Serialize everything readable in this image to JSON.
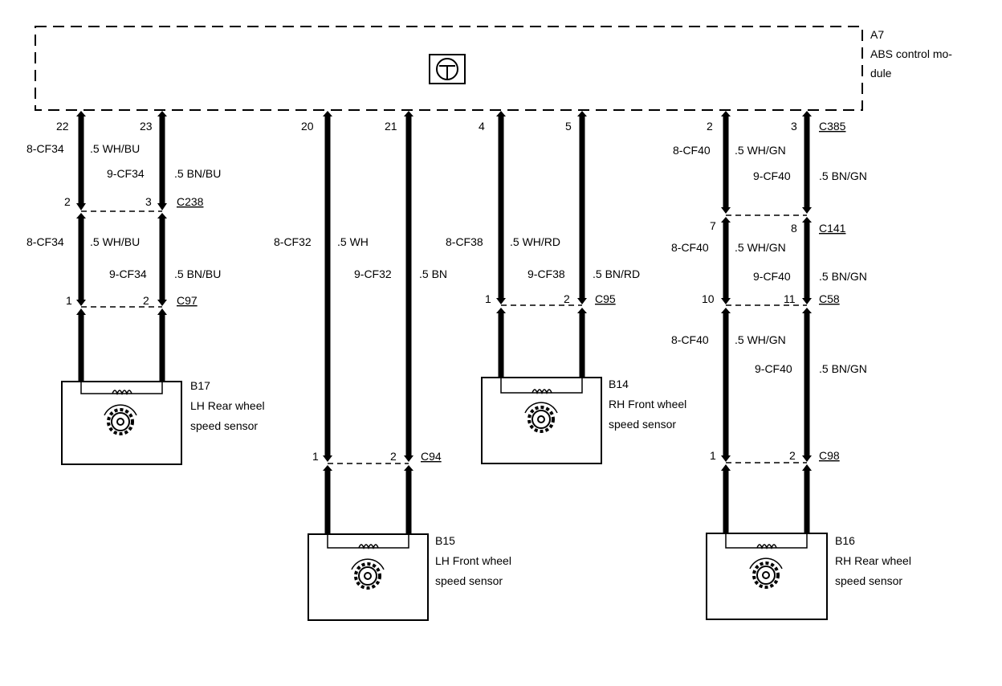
{
  "module": {
    "id": "A7",
    "line1": "ABS control mo-",
    "line2": "dule"
  },
  "sensors": {
    "b17": {
      "id": "B17",
      "line1": "LH Rear wheel",
      "line2": "speed sensor"
    },
    "b14": {
      "id": "B14",
      "line1": "RH Front wheel",
      "line2": "speed sensor"
    },
    "b15": {
      "id": "B15",
      "line1": "LH Front wheel",
      "line2": "speed sensor"
    },
    "b16": {
      "id": "B16",
      "line1": "RH Rear wheel",
      "line2": "speed sensor"
    }
  },
  "connectors": {
    "c385": "C385",
    "c238": "C238",
    "c97": "C97",
    "c141": "C141",
    "c58": "C58",
    "c95": "C95",
    "c94": "C94",
    "c98": "C98"
  },
  "pins": {
    "a22": "22",
    "a23": "23",
    "a20": "20",
    "a21": "21",
    "a4": "4",
    "a5": "5",
    "a2": "2",
    "a3": "3",
    "c238_2": "2",
    "c238_3": "3",
    "c97_1": "1",
    "c97_2": "2",
    "c94_1": "1",
    "c94_2": "2",
    "c95_1": "1",
    "c95_2": "2",
    "c141_7": "7",
    "c141_8": "8",
    "c58_10": "10",
    "c58_11": "11",
    "c98_1": "1",
    "c98_2": "2"
  },
  "wires": {
    "cf34_8": "8-CF34",
    "cf34_9": "9-CF34",
    "wh_bu": ".5 WH/BU",
    "bn_bu": ".5 BN/BU",
    "cf32_8": "8-CF32",
    "cf32_9": "9-CF32",
    "wh": ".5 WH",
    "bn": ".5 BN",
    "cf38_8": "8-CF38",
    "cf38_9": "9-CF38",
    "wh_rd": ".5 WH/RD",
    "bn_rd": ".5 BN/RD",
    "cf40_8": "8-CF40",
    "cf40_9": "9-CF40",
    "wh_gn": ".5 WH/GN",
    "bn_gn": ".5 BN/GN"
  }
}
